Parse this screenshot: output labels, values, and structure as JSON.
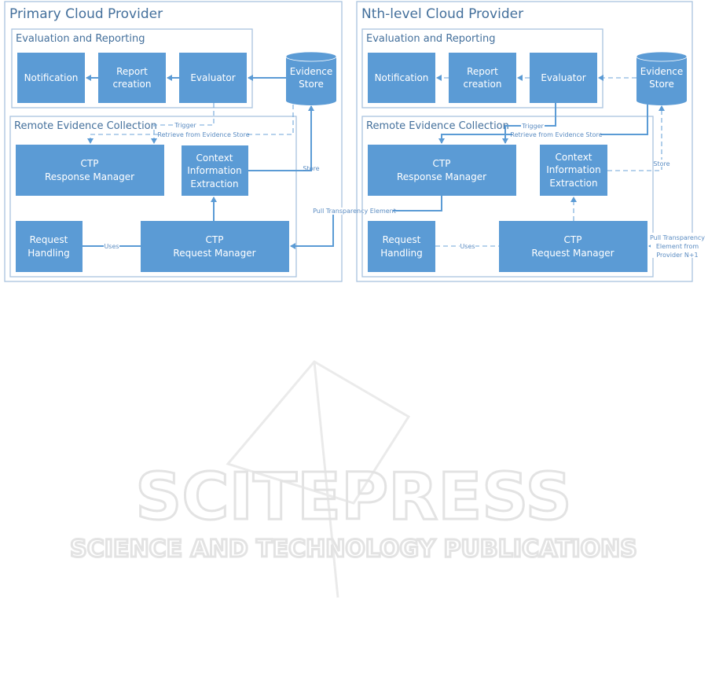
{
  "panels": [
    {
      "title": "Primary Cloud Provider",
      "eval_group": "Evaluation and Reporting",
      "remote_group": "Remote Evidence Collection",
      "notification": "Notification",
      "report": [
        "Report",
        "creation"
      ],
      "evaluator": "Evaluator",
      "evidence_store": [
        "Evidence",
        "Store"
      ],
      "response_manager": [
        "CTP",
        "Response Manager"
      ],
      "context": [
        "Context",
        "Information",
        "Extraction"
      ],
      "request_handling": [
        "Request",
        "Handling"
      ],
      "request_manager": [
        "CTP",
        "Request Manager"
      ],
      "labels": {
        "trigger": "Trigger",
        "retrieve": "Retrieve from Evidence Store",
        "store": "Store",
        "uses": "Uses",
        "pull": "Pull Transparency Element"
      }
    },
    {
      "title": "Nth-level Cloud Provider",
      "eval_group": "Evaluation and Reporting",
      "remote_group": "Remote Evidence Collection",
      "notification": "Notification",
      "report": [
        "Report",
        "creation"
      ],
      "evaluator": "Evaluator",
      "evidence_store": [
        "Evidence",
        "Store"
      ],
      "response_manager": [
        "CTP",
        "Response Manager"
      ],
      "context": [
        "Context",
        "Information",
        "Extraction"
      ],
      "request_handling": [
        "Request",
        "Handling"
      ],
      "request_manager": [
        "CTP",
        "Request Manager"
      ],
      "labels": {
        "trigger": "Trigger",
        "retrieve": "Retrieve from Evidence Store",
        "store": "Store",
        "uses": "Uses",
        "pull": [
          "Pull Transparency",
          "Element from",
          "Provider N+1"
        ]
      }
    }
  ],
  "watermark": {
    "main": "SCITEPRESS",
    "sub": "SCIENCE AND TECHNOLOGY PUBLICATIONS"
  },
  "colors": {
    "box": "#5b9bd5",
    "frame": "#a9c3df",
    "title": "#44709c"
  }
}
